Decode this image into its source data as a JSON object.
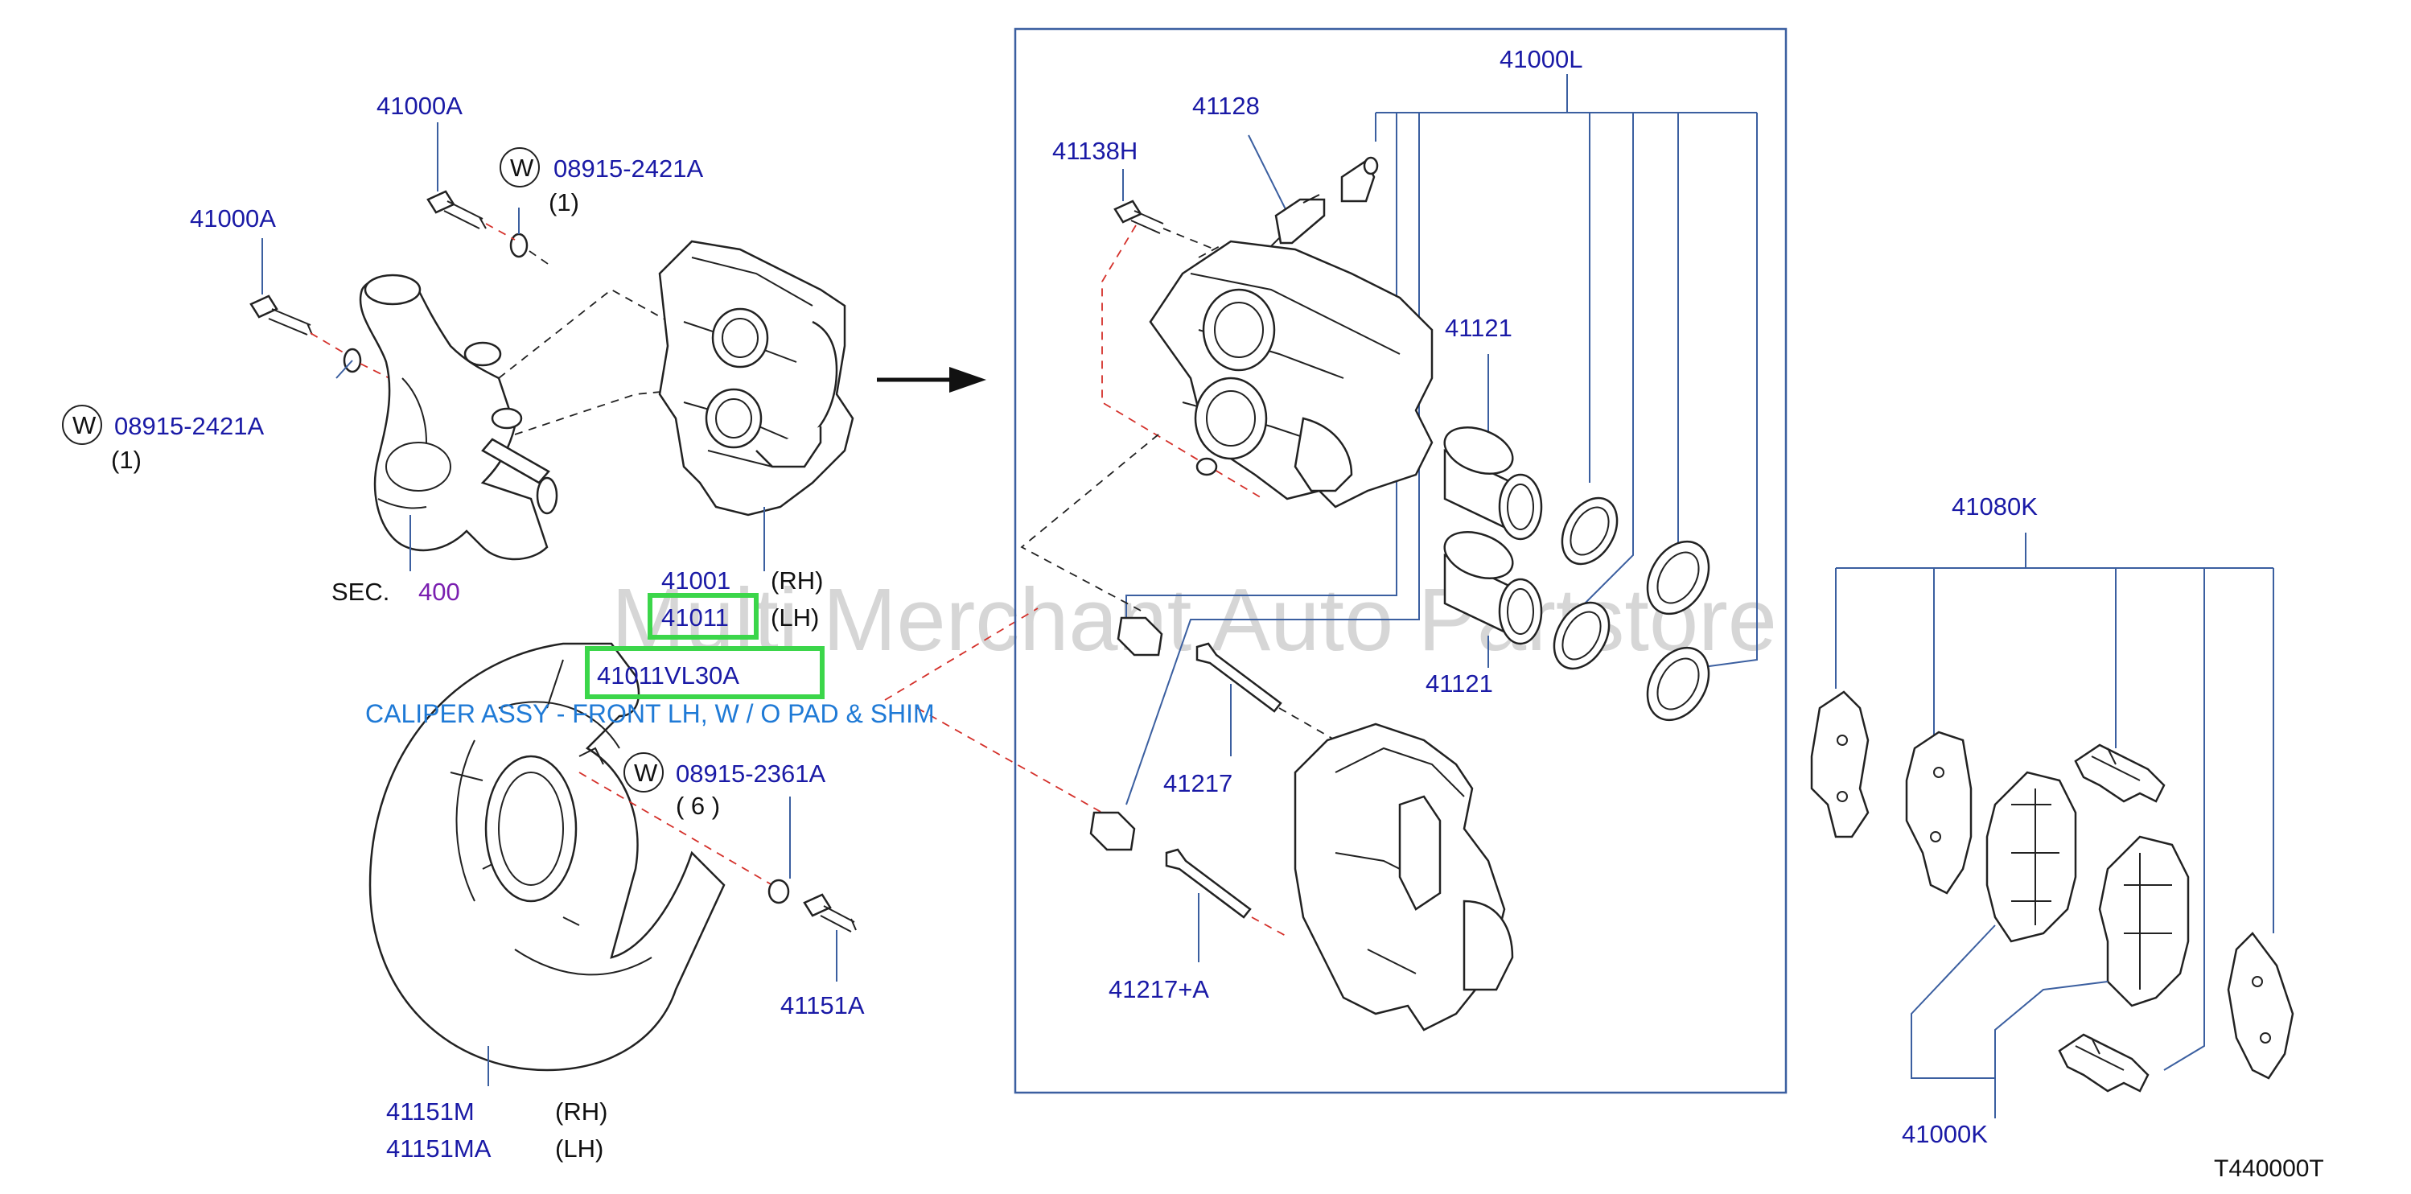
{
  "watermark": "Multi Merchant Auto Partstore",
  "diagram_ref": "T440000T",
  "section_ref": {
    "prefix": "SEC.",
    "number": "400"
  },
  "labels": {
    "bolt_upper": "41000A",
    "bolt_left": "41000A",
    "washer_upper": "08915-2421A",
    "washer_upper_qty": "(1)",
    "washer_left": "08915-2421A",
    "washer_left_qty": "(1)",
    "caliper_rh": "41001",
    "caliper_rh_side": "(RH)",
    "caliper_lh": "41011",
    "caliper_lh_side": "(LH)",
    "highlight_part": "41011VL30A",
    "description": "CALIPER ASSY - FRONT LH, W / O PAD & SHIM",
    "washer_shield": "08915-2361A",
    "washer_shield_qty": "( 6 )",
    "shield_bolt": "41151A",
    "shield_rh": "41151M",
    "shield_rh_side": "(RH)",
    "shield_lh": "41151MA",
    "shield_lh_side": "(LH)",
    "caliper_kit": "41000L",
    "bleeder": "41128",
    "caliper_bolt": "41138H",
    "piston_upper": "41121",
    "piston_lower": "41121",
    "pin": "41217",
    "pin_a": "41217+A",
    "pad_kit": "41080K",
    "pad_set": "41000K"
  },
  "washer_symbol": "W"
}
